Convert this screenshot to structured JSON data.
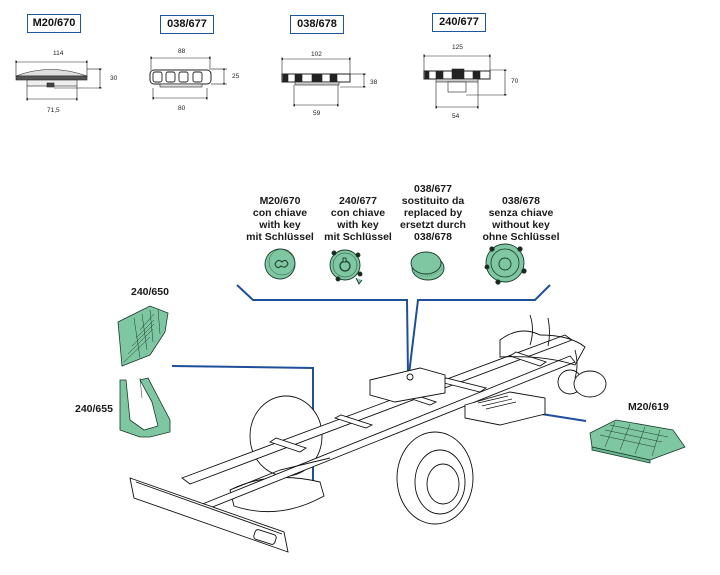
{
  "top_drawings": [
    {
      "code": "M20/670",
      "dims": {
        "width_top": "114",
        "height": "30",
        "width_bottom": "71,5"
      }
    },
    {
      "code": "038/677",
      "dims": {
        "width_top": "88",
        "height": "25",
        "width_bottom": "80"
      }
    },
    {
      "code": "038/678",
      "dims": {
        "width_top": "102",
        "height": "38",
        "width_bottom": "59"
      }
    },
    {
      "code": "240/677",
      "dims": {
        "width_top": "125",
        "height": "70",
        "width_bottom": "54"
      }
    }
  ],
  "caps": [
    {
      "lines": [
        "M20/670",
        "con chiave",
        "with key",
        "mit Schlüssel"
      ]
    },
    {
      "lines": [
        "240/677",
        "con chiave",
        "with key",
        "mit Schlüssel"
      ]
    },
    {
      "lines": [
        "038/677",
        "sostituito da",
        "replaced by",
        "ersetzt durch",
        "038/678"
      ]
    },
    {
      "lines": [
        "038/678",
        "senza chiave",
        "without key",
        "ohne Schlüssel"
      ]
    }
  ],
  "parts": {
    "mudflap_holder": "240/650",
    "bracket": "240/655",
    "battery_cover": "M20/619"
  },
  "colors": {
    "leader_line": "#1f4f9a",
    "part_fill": "#7fc7a3",
    "box_border": "#1f56a0"
  }
}
